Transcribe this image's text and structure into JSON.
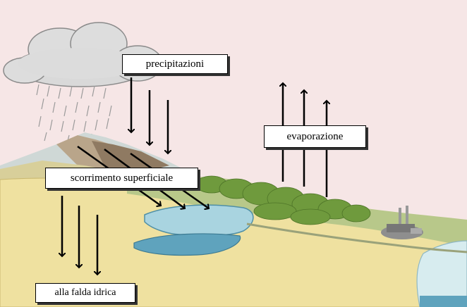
{
  "labels": {
    "precipitation": "precipitazioni",
    "evaporation": "evaporazione",
    "surface_runoff": "scorrimento superficiale",
    "groundwater": "alla falda idrica"
  },
  "colors": {
    "sky": "#f6e6e6",
    "cloud": "#dcdcdc",
    "ground": "#efe1a0",
    "water": "#8fc8d8",
    "vegetation": "#7fa34a",
    "arrow": "#000000"
  }
}
